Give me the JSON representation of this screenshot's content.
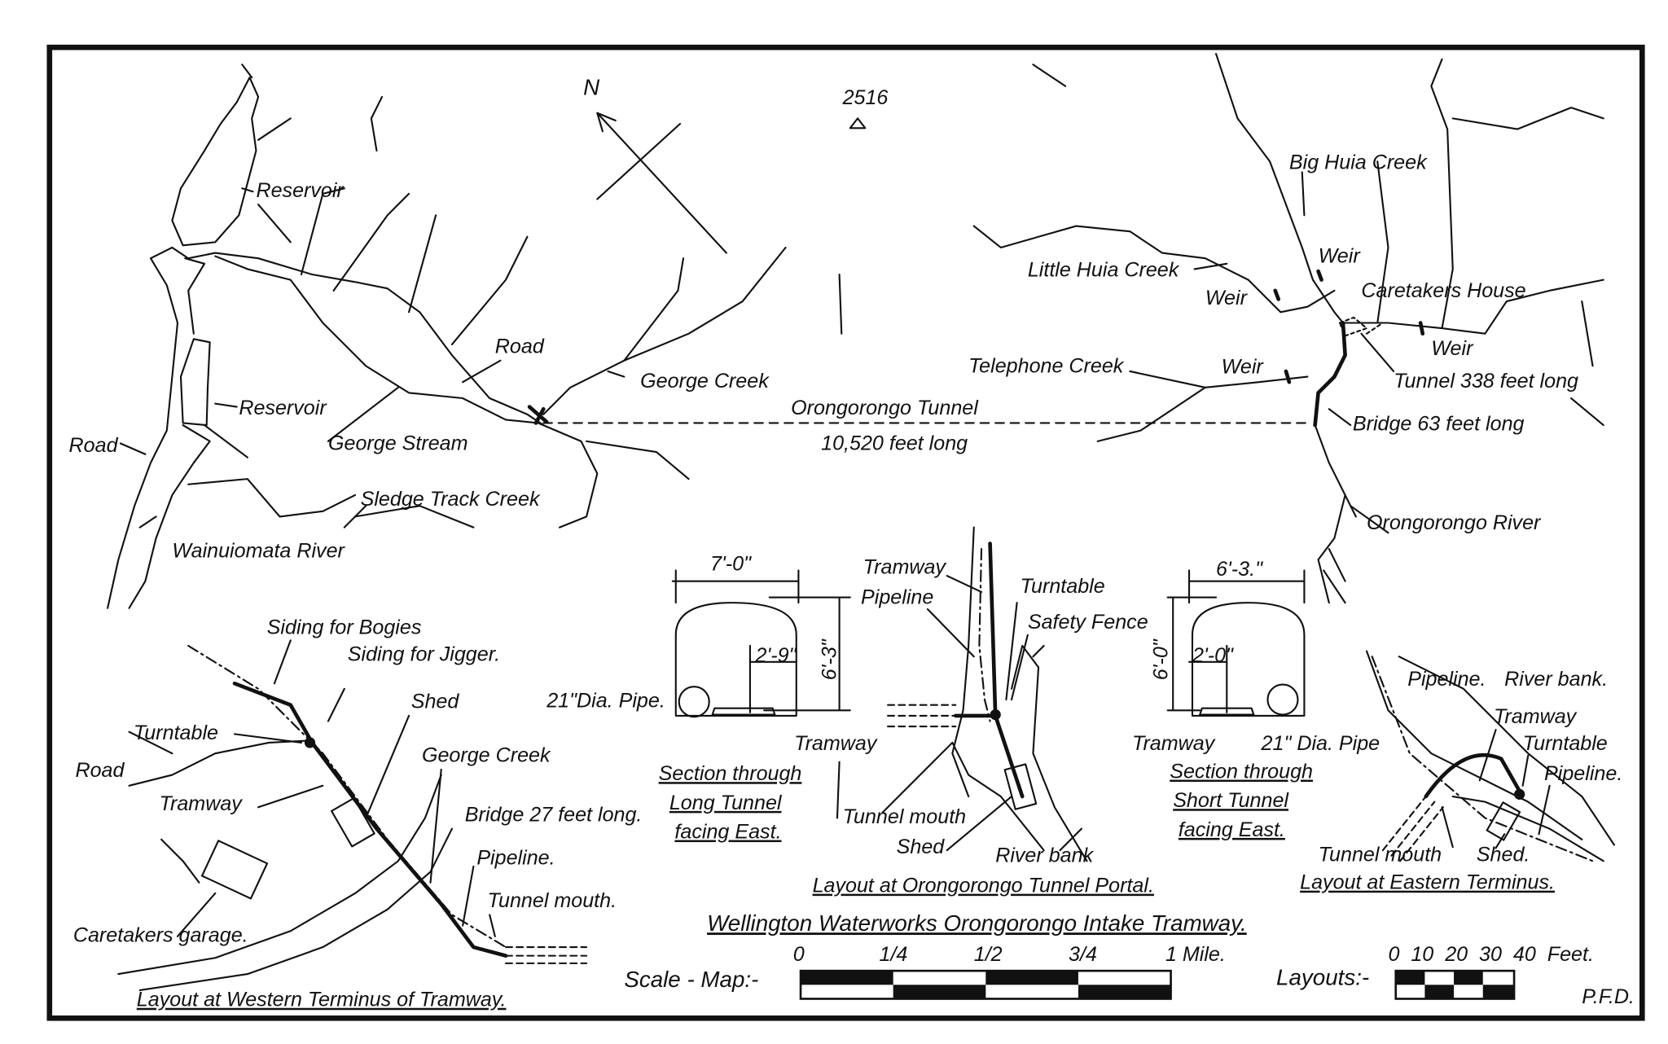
{
  "title": "Wellington Waterworks Orongorongo Intake Tramway.",
  "colors": {
    "ink": "#111111",
    "paper": "#ffffff",
    "reservoir_fill": "#cfcfcf"
  },
  "map": {
    "north": "N",
    "trig": "2516",
    "reservoir_upper": "Reservoir",
    "reservoir_lower": "Reservoir",
    "road_1": "Road",
    "road_2": "Road",
    "george_creek": "George Creek",
    "george_stream": "George Stream",
    "tunnel_name": "Orongorongo Tunnel",
    "tunnel_length": "10,520 feet long",
    "sledge_track_creek": "Sledge Track Creek",
    "wainuiomata_river": "Wainuiomata River",
    "big_huia_creek": "Big Huia Creek",
    "little_huia_creek": "Little Huia Creek",
    "weir_1": "Weir",
    "weir_2": "Weir",
    "weir_3": "Weir",
    "weir_4": "Weir",
    "caretakers_house": "Caretakers House",
    "short_tunnel": "Tunnel 338 feet long",
    "telephone_creek": "Telephone Creek",
    "bridge_63": "Bridge 63 feet long",
    "orongorongo_river": "Orongorongo River"
  },
  "western": {
    "siding_bogies": "Siding for Bogies",
    "siding_jigger": "Siding for Jigger.",
    "shed": "Shed",
    "turntable": "Turntable",
    "road": "Road",
    "tramway": "Tramway",
    "george_creek": "George Creek",
    "bridge": "Bridge 27 feet long.",
    "pipeline": "Pipeline.",
    "tunnel_mouth": "Tunnel mouth.",
    "garage": "Caretakers garage.",
    "caption": "Layout at Western Terminus of Tramway."
  },
  "long_section": {
    "width": "7'-0\"",
    "height": "6'-3\"",
    "offset": "2'-9\"",
    "pipe": "21\"Dia. Pipe.",
    "tramway": "Tramway",
    "caption": [
      "Section through",
      "Long Tunnel",
      "facing East."
    ]
  },
  "portal": {
    "tramway": "Tramway",
    "pipeline": "Pipeline",
    "turntable": "Turntable",
    "safety_fence": "Safety Fence",
    "tunnel_mouth": "Tunnel mouth",
    "shed": "Shed",
    "river_bank": "River bank",
    "caption": "Layout at Orongorongo Tunnel Portal."
  },
  "short_section": {
    "width": "6'-3.\"",
    "height": "6'-0\"",
    "offset": "2'-0\"",
    "tramway": "Tramway",
    "pipe": "21\" Dia. Pipe",
    "caption": [
      "Section through",
      "Short Tunnel",
      "facing East."
    ]
  },
  "eastern": {
    "pipeline_1": "Pipeline.",
    "river_bank": "River bank.",
    "tramway": "Tramway",
    "turntable": "Turntable",
    "pipeline_2": "Pipeline.",
    "tunnel_mouth": "Tunnel mouth",
    "shed": "Shed.",
    "caption": "Layout at Eastern Terminus."
  },
  "scale": {
    "map_label": "Scale - Map:-",
    "map_ticks": [
      "0",
      "1/4",
      "1/2",
      "3/4",
      "1 Mile."
    ],
    "layouts_label": "Layouts:-",
    "layout_ticks": "0  10  20  30  40  Feet.",
    "initials": "P.F.D."
  }
}
